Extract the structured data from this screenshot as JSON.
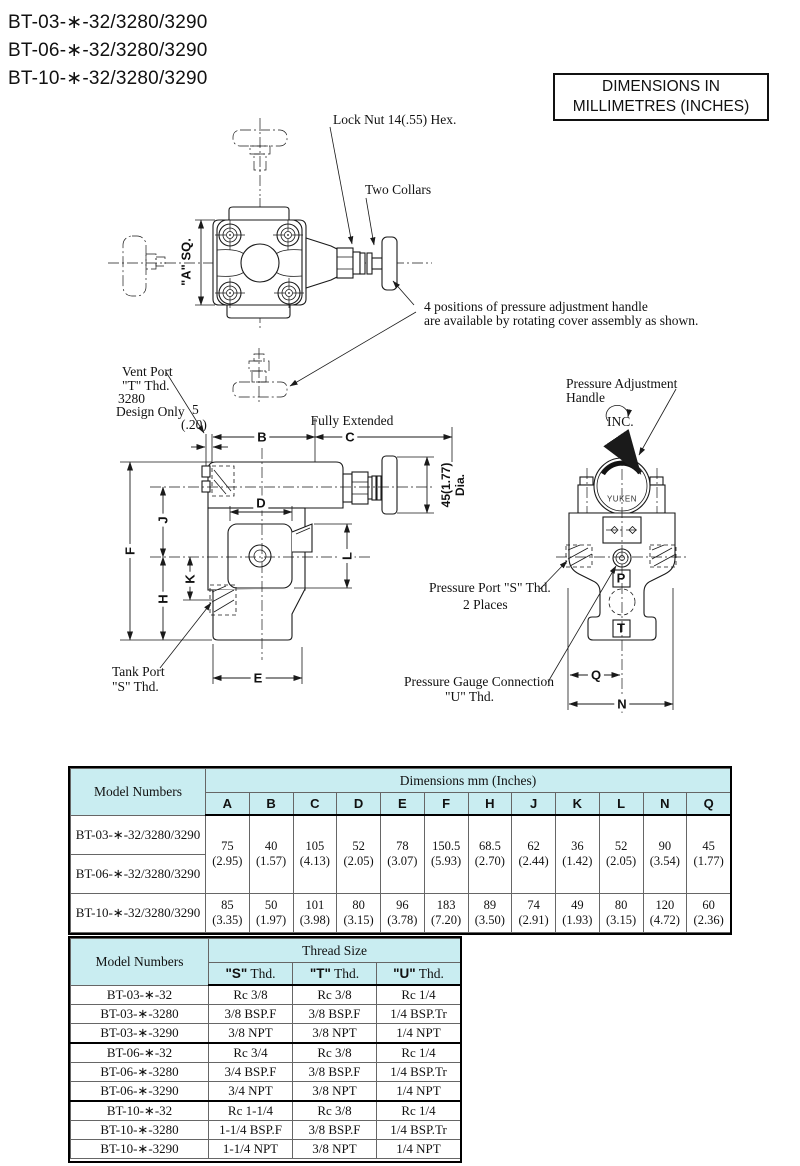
{
  "colors": {
    "table_header_bg": "#c9edf1",
    "line": "#1a1a1a"
  },
  "titles": {
    "line1": "BT-03-∗-32/3280/3290",
    "line2": "BT-06-∗-32/3280/3290",
    "line3": "BT-10-∗-32/3280/3290"
  },
  "dim_note": {
    "line1": "DIMENSIONS IN",
    "line2": "MILLIMETRES (INCHES)"
  },
  "callouts": {
    "lock_nut": "Lock Nut 14(.55) Hex.",
    "two_collars": "Two Collars",
    "four_positions_line1": "4 positions of pressure adjustment handle",
    "four_positions_line2": "are available by rotating cover assembly as shown.",
    "a_sq": "\"A\" SQ.",
    "vent_port_line1": "Vent Port",
    "vent_port_line2": "\"T\" Thd.",
    "vent_port_line3": "3280",
    "vent_port_line4": "Design Only",
    "dim_5_mm": "5",
    "dim_5_in": "(.20)",
    "fully_extended": "Fully Extended",
    "dia_mm": "45(1.77)",
    "dia_label": "Dia.",
    "pressure_adjustment_line1": "Pressure Adjustment",
    "pressure_adjustment_line2": "Handle",
    "inc": "INC.",
    "yuken": "YUKEN",
    "pressure_port_line1": "Pressure Port \"S\" Thd.",
    "pressure_port_line2": "2 Places",
    "tank_port_line1": "Tank Port",
    "tank_port_line2": "\"S\" Thd.",
    "gauge_line1": "Pressure Gauge Connection",
    "gauge_line2": "\"U\" Thd."
  },
  "dim_letters": {
    "b": "B",
    "c": "C",
    "d": "D",
    "e": "E",
    "f": "F",
    "h": "H",
    "j": "J",
    "k": "K",
    "l": "L",
    "n": "N",
    "q": "Q",
    "p": "P",
    "t": "T"
  },
  "table1": {
    "header_model": "Model Numbers",
    "header_dims": "Dimensions  mm (Inches)",
    "columns": [
      "A",
      "B",
      "C",
      "D",
      "E",
      "F",
      "H",
      "J",
      "K",
      "L",
      "N",
      "Q"
    ],
    "rows": [
      {
        "model_a": "BT-03-∗-32/3280/3290",
        "model_b": "BT-06-∗-32/3280/3290",
        "mm": [
          "75",
          "40",
          "105",
          "52",
          "78",
          "150.5",
          "68.5",
          "62",
          "36",
          "52",
          "90",
          "45"
        ],
        "in": [
          "(2.95)",
          "(1.57)",
          "(4.13)",
          "(2.05)",
          "(3.07)",
          "(5.93)",
          "(2.70)",
          "(2.44)",
          "(1.42)",
          "(2.05)",
          "(3.54)",
          "(1.77)"
        ]
      },
      {
        "model": "BT-10-∗-32/3280/3290",
        "mm": [
          "85",
          "50",
          "101",
          "80",
          "96",
          "183",
          "89",
          "74",
          "49",
          "80",
          "120",
          "60"
        ],
        "in": [
          "(3.35)",
          "(1.97)",
          "(3.98)",
          "(3.15)",
          "(3.78)",
          "(7.20)",
          "(3.50)",
          "(2.91)",
          "(1.93)",
          "(3.15)",
          "(4.72)",
          "(2.36)"
        ]
      }
    ]
  },
  "table2": {
    "header_model": "Model Numbers",
    "header_thread": "Thread Size",
    "columns": [
      {
        "q": "\"S\"",
        "rest": " Thd."
      },
      {
        "q": "\"T\"",
        "rest": " Thd."
      },
      {
        "q": "\"U\"",
        "rest": " Thd."
      }
    ],
    "rows": [
      {
        "model": "BT-03-∗-32",
        "s": "Rc 3/8",
        "t": "Rc 3/8",
        "u": "Rc 1/4"
      },
      {
        "model": "BT-03-∗-3280",
        "s": "3/8 BSP.F",
        "t": "3/8 BSP.F",
        "u": "1/4 BSP.Tr"
      },
      {
        "model": "BT-03-∗-3290",
        "s": "3/8 NPT",
        "t": "3/8 NPT",
        "u": "1/4 NPT"
      },
      {
        "model": "BT-06-∗-32",
        "s": "Rc 3/4",
        "t": "Rc 3/8",
        "u": "Rc 1/4"
      },
      {
        "model": "BT-06-∗-3280",
        "s": "3/4 BSP.F",
        "t": "3/8 BSP.F",
        "u": "1/4 BSP.Tr"
      },
      {
        "model": "BT-06-∗-3290",
        "s": "3/4 NPT",
        "t": "3/8 NPT",
        "u": "1/4 NPT"
      },
      {
        "model": "BT-10-∗-32",
        "s": "Rc 1-1/4",
        "t": "Rc 3/8",
        "u": "Rc 1/4"
      },
      {
        "model": "BT-10-∗-3280",
        "s": "1-1/4 BSP.F",
        "t": "3/8 BSP.F",
        "u": "1/4 BSP.Tr"
      },
      {
        "model": "BT-10-∗-3290",
        "s": "1-1/4 NPT",
        "t": "3/8 NPT",
        "u": "1/4 NPT"
      }
    ]
  }
}
